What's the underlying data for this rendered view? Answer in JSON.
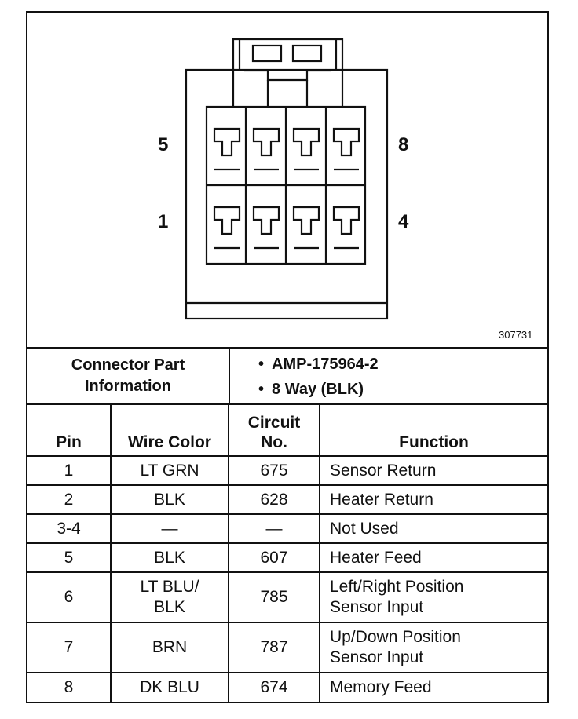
{
  "diagram": {
    "pin_labels": {
      "top_left": "5",
      "top_right": "8",
      "bottom_left": "1",
      "bottom_right": "4"
    },
    "figure_number": "307731"
  },
  "connector": {
    "title_line1": "Connector Part",
    "title_line2": "Information",
    "items": [
      "AMP-175964-2",
      "8 Way (BLK)"
    ]
  },
  "table": {
    "headers": {
      "pin": "Pin",
      "wire_color": "Wire Color",
      "circuit_line1": "Circuit",
      "circuit_line2": "No.",
      "function": "Function"
    },
    "rows": [
      {
        "pin": "1",
        "wire": [
          "LT GRN"
        ],
        "circuit": "675",
        "function": [
          "Sensor Return"
        ]
      },
      {
        "pin": "2",
        "wire": [
          "BLK"
        ],
        "circuit": "628",
        "function": [
          "Heater Return"
        ]
      },
      {
        "pin": "3-4",
        "wire": [
          "—"
        ],
        "circuit": "—",
        "function": [
          "Not Used"
        ]
      },
      {
        "pin": "5",
        "wire": [
          "BLK"
        ],
        "circuit": "607",
        "function": [
          "Heater Feed"
        ]
      },
      {
        "pin": "6",
        "wire": [
          "LT BLU/",
          "BLK"
        ],
        "circuit": "785",
        "function": [
          "Left/Right Position",
          "Sensor Input"
        ]
      },
      {
        "pin": "7",
        "wire": [
          "BRN"
        ],
        "circuit": "787",
        "function": [
          "Up/Down Position",
          "Sensor Input"
        ]
      },
      {
        "pin": "8",
        "wire": [
          "DK BLU"
        ],
        "circuit": "674",
        "function": [
          "Memory Feed"
        ]
      }
    ]
  }
}
